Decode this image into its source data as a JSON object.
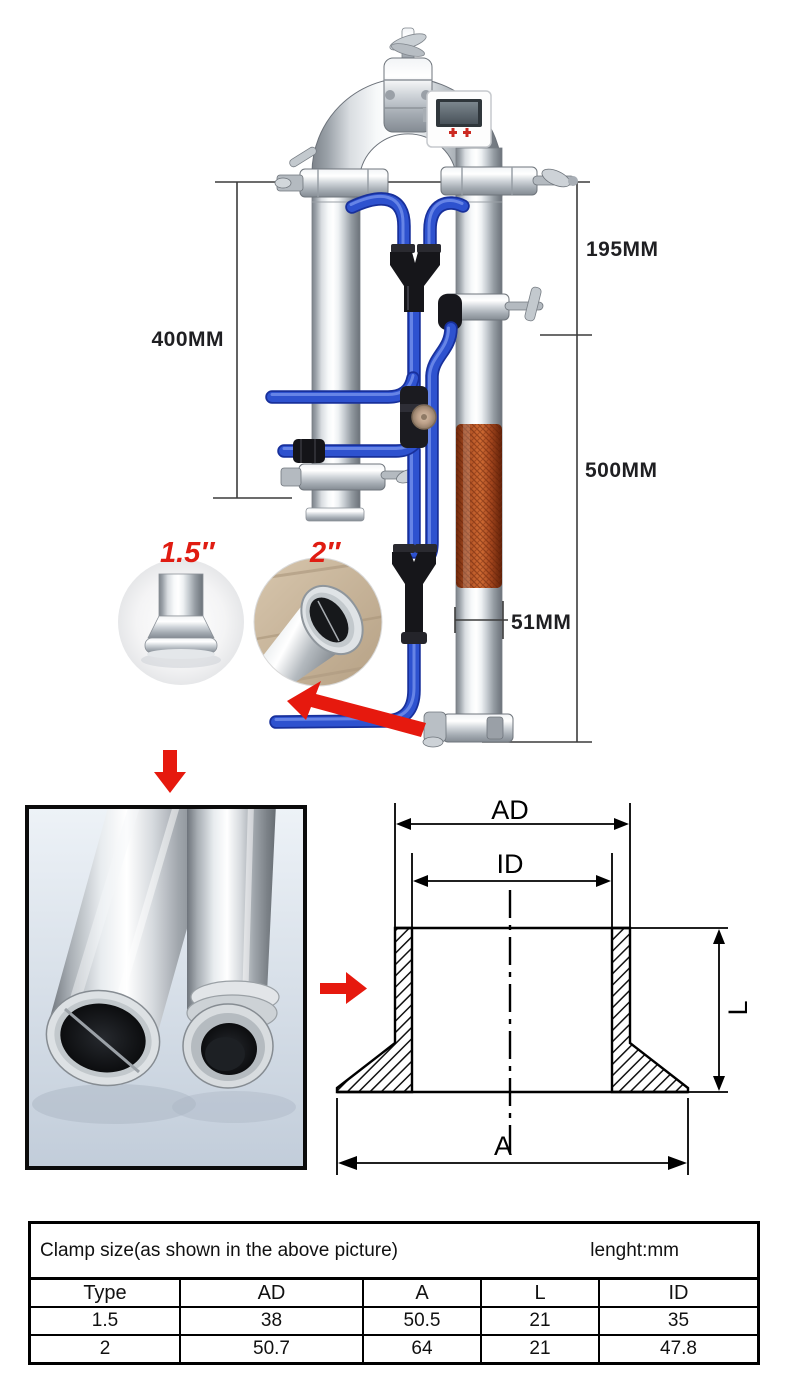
{
  "apparatus": {
    "dim_195": "195MM",
    "dim_400": "400MM",
    "dim_500": "500MM",
    "dim_51": "51MM",
    "inset_small_label": "1.5″",
    "inset_large_label": "2″"
  },
  "drawing": {
    "label_ad": "AD",
    "label_id": "ID",
    "label_l": "L",
    "label_a": "A"
  },
  "table": {
    "title": "Clamp size(as shown in the above picture)",
    "unit_note": "lenght:mm",
    "columns": [
      "Type",
      "AD",
      "A",
      "L",
      "ID"
    ],
    "rows": [
      [
        "1.5",
        "38",
        "50.5",
        "21",
        "35"
      ],
      [
        "2",
        "50.7",
        "64",
        "21",
        "47.8"
      ]
    ]
  },
  "colors": {
    "annotation_red": "#e6190e",
    "tube_blue": "#2e52cf",
    "copper_mesh": "#b44f22",
    "steel_light": "#f2f4f6"
  }
}
